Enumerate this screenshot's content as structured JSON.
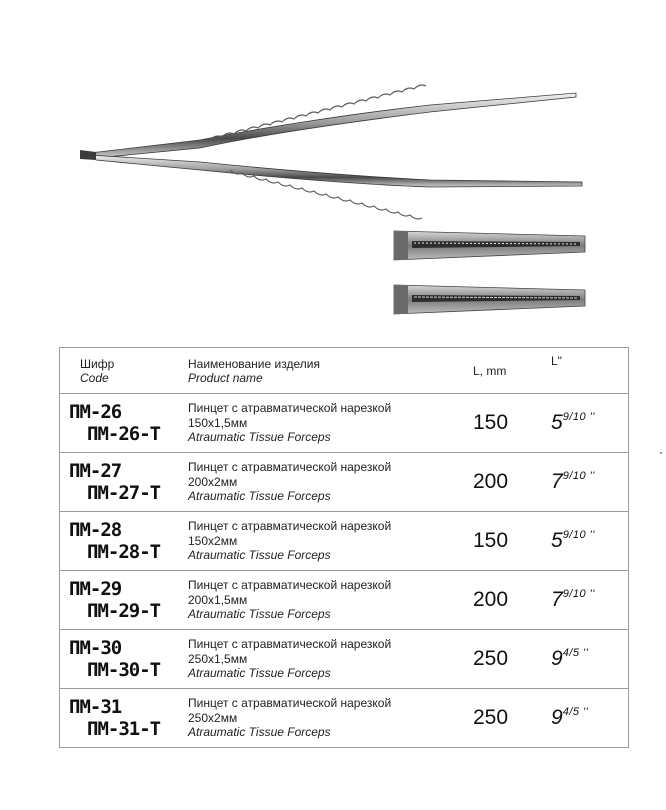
{
  "header": {
    "code_ru": "Шифр",
    "code_en": "Code",
    "name_ru": "Наименование изделия",
    "name_en": "Product name",
    "length_mm": "L, mm",
    "length_inch": "L\""
  },
  "rows": [
    {
      "code": "ПМ-26",
      "code_t": "ПМ-26-Т",
      "name_ru": "Пинцет с атравматической нарезкой",
      "size": "150x1,5мм",
      "name_en": "Atraumatic Tissue Forceps",
      "length_mm": "150",
      "inch_whole": "5",
      "inch_frac": "9/10",
      "inch_mark": "''"
    },
    {
      "code": "ПМ-27",
      "code_t": "ПМ-27-Т",
      "name_ru": "Пинцет с атравматической нарезкой",
      "size": "200x2мм",
      "name_en": "Atraumatic Tissue Forceps",
      "length_mm": "200",
      "inch_whole": "7",
      "inch_frac": "9/10",
      "inch_mark": "''"
    },
    {
      "code": "ПМ-28",
      "code_t": "ПМ-28-Т",
      "name_ru": "Пинцет с атравматической нарезкой",
      "size": "150x2мм",
      "name_en": "Atraumatic Tissue Forceps",
      "length_mm": "150",
      "inch_whole": "5",
      "inch_frac": "9/10",
      "inch_mark": "''"
    },
    {
      "code": "ПМ-29",
      "code_t": "ПМ-29-Т",
      "name_ru": "Пинцет с атравматической нарезкой",
      "size": "200x1,5мм",
      "name_en": "Atraumatic Tissue Forceps",
      "length_mm": "200",
      "inch_whole": "7",
      "inch_frac": "9/10",
      "inch_mark": "''"
    },
    {
      "code": "ПМ-30",
      "code_t": "ПМ-30-Т",
      "name_ru": "Пинцет с атравматической нарезкой",
      "size": "250x1,5мм",
      "name_en": "Atraumatic Tissue Forceps",
      "length_mm": "250",
      "inch_whole": "9",
      "inch_frac": "4/5",
      "inch_mark": "''"
    },
    {
      "code": "ПМ-31",
      "code_t": "ПМ-31-Т",
      "name_ru": "Пинцет с атравматической нарезкой",
      "size": "250x2мм",
      "name_en": "Atraumatic Tissue Forceps",
      "length_mm": "250",
      "inch_whole": "9",
      "inch_frac": "4/5",
      "inch_mark": "''"
    }
  ]
}
